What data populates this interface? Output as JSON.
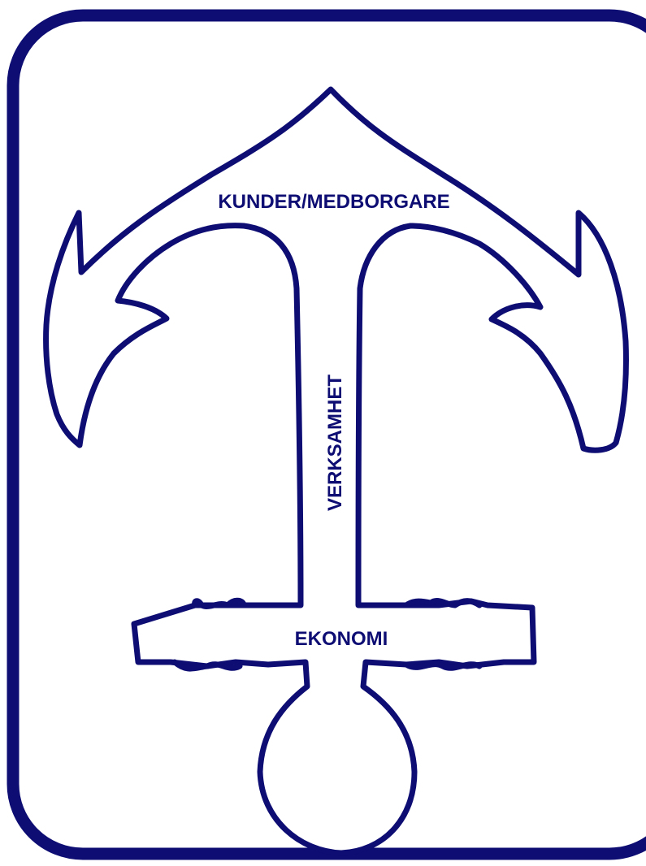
{
  "diagram": {
    "labels": {
      "top": "KUNDER/MEDBORGARE",
      "stem": "VERKSAMHET",
      "crossbar": "EKONOMI"
    }
  },
  "colors": {
    "outline": "#0d0d73",
    "text": "#0d0d73",
    "background": "#ffffff"
  }
}
